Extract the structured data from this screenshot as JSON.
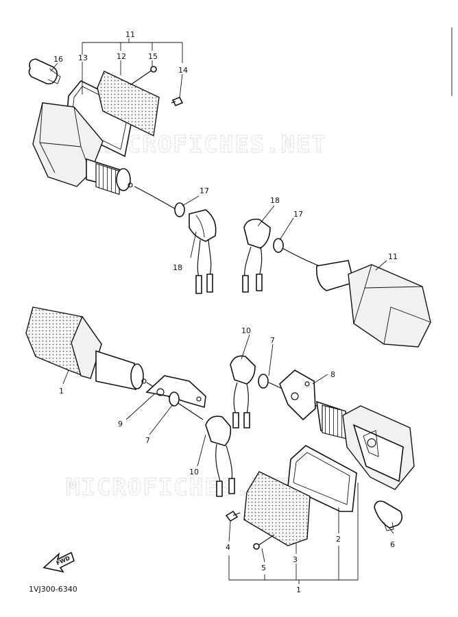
{
  "diagram_code": "1VJ300-6340",
  "watermark_text": "MICROFICHES.NET",
  "fwd_label": "FWD",
  "callouts": {
    "c11_top": "11",
    "c13": "13",
    "c12": "12",
    "c15": "15",
    "c16": "16",
    "c14": "14",
    "c17_left": "17",
    "c18_left": "18",
    "c18_right": "18",
    "c17_right": "17",
    "c11_right": "11",
    "c1_left": "1",
    "c9": "9",
    "c7_left": "7",
    "c10_left": "10",
    "c10_right": "10",
    "c7_right": "7",
    "c8": "8",
    "c2": "2",
    "c6": "6",
    "c4": "4",
    "c5": "5",
    "c3": "3",
    "c1_bottom": "1"
  },
  "colors": {
    "ink": "#111111",
    "watermark": "#c9c9c9",
    "background": "#ffffff"
  }
}
